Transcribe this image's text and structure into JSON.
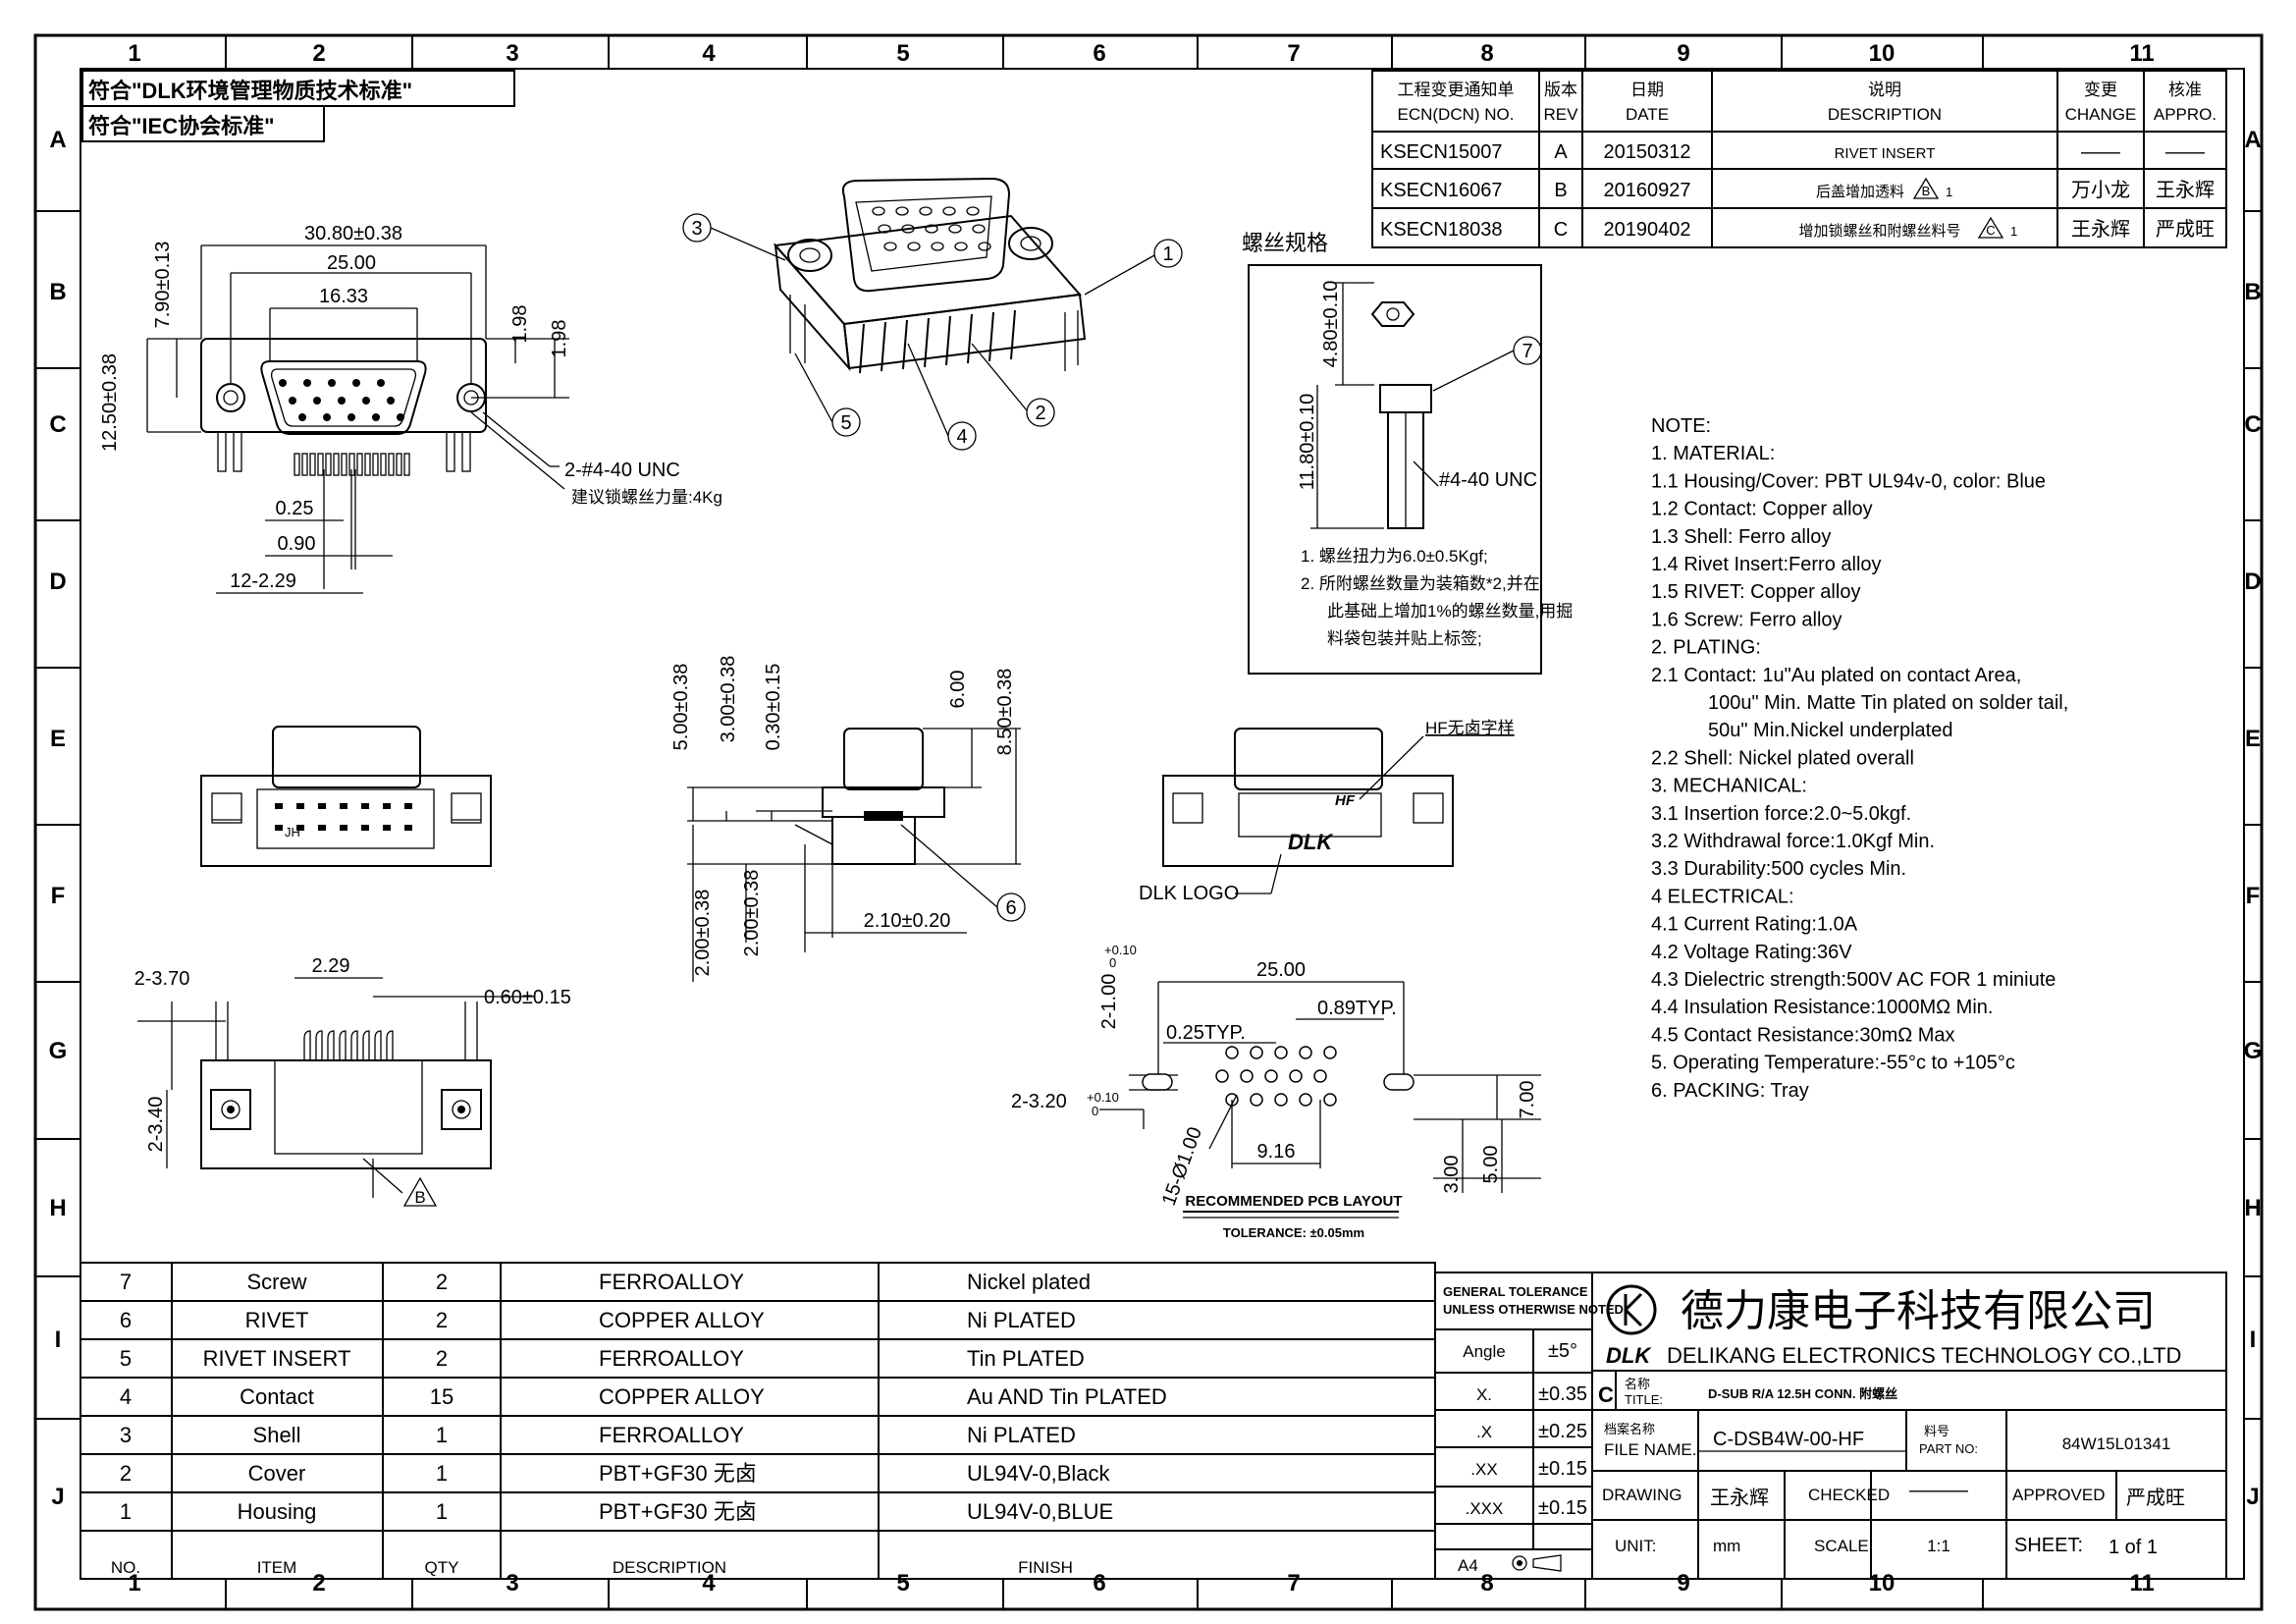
{
  "zones": {
    "columns": [
      "1",
      "2",
      "3",
      "4",
      "5",
      "6",
      "7",
      "8",
      "9",
      "10",
      "11"
    ],
    "rows": [
      "A",
      "B",
      "C",
      "D",
      "E",
      "F",
      "G",
      "H",
      "I",
      "J"
    ]
  },
  "compliance": [
    "符合\"DLK环境管理物质技术标准\"",
    "符合\"IEC协会标准\""
  ],
  "revision_table": {
    "headers": {
      "ecn": [
        "工程变更通知单",
        "ECN(DCN) NO."
      ],
      "rev": [
        "版本",
        "REV"
      ],
      "date": [
        "日期",
        "DATE"
      ],
      "desc": [
        "说明",
        "DESCRIPTION"
      ],
      "change": [
        "变更",
        "CHANGE"
      ],
      "appro": [
        "核准",
        "APPRO."
      ]
    },
    "rows": [
      {
        "ecn": "KSECN15007",
        "rev": "A",
        "date": "20150312",
        "desc": "RIVET INSERT",
        "change": "——",
        "appro": "——"
      },
      {
        "ecn": "KSECN16067",
        "rev": "B",
        "date": "20160927",
        "desc": "后盖增加透料",
        "mark": "1",
        "change": "万小龙",
        "appro": "王永辉"
      },
      {
        "ecn": "KSECN18038",
        "rev": "C",
        "date": "20190402",
        "desc": "增加锁螺丝和附螺丝料号",
        "mark": "1",
        "change": "王永辉",
        "appro": "严成旺"
      }
    ]
  },
  "screw_spec": {
    "title": "螺丝规格",
    "dim_a": "4.80±0.10",
    "dim_b": "11.80±0.10",
    "thread": "#4-40  UNC",
    "balloon": "7",
    "notes": [
      "1.  螺丝扭力为6.0±0.5Kgf;",
      "2.  所附螺丝数量为装箱数*2,并在",
      "此基础上增加1%的螺丝数量,用掘",
      "料袋包装并贴上标签;"
    ]
  },
  "front_view": {
    "dims": [
      "30.80±0.38",
      "25.00",
      "16.33",
      "7.90±0.13",
      "12.50±0.38",
      "1.98",
      "1.98",
      "0.25",
      "0.90",
      "12-2.29"
    ],
    "callout": "2-#4-40  UNC",
    "callout_note": "建议锁螺丝力量:4Kg"
  },
  "iso_view": {
    "balloons": [
      "1",
      "2",
      "3",
      "4",
      "5"
    ]
  },
  "side_view": {
    "dims": [
      "5.00±0.38",
      "3.00±0.38",
      "0.30±0.15",
      "6.00",
      "8.50±0.38",
      "2.00±0.38",
      "2.00±0.38",
      "2.10±0.20"
    ],
    "balloon": "6"
  },
  "rear_view": {
    "hf_label": "HF无卤字样",
    "hf_mark": "HF",
    "logo_text": "DLK",
    "logo_label": "DLK LOGO"
  },
  "bottom_view": {
    "dims": [
      "2-3.70",
      "2.29",
      "0.60±0.15",
      "2-3.40"
    ],
    "mark": "B",
    "front_text": "JH"
  },
  "pcb_layout": {
    "dims": [
      "25.00",
      "2-1.00",
      "+0.10",
      "0",
      "0.25TYP.",
      "0.89TYP.",
      "2-3.20",
      "+0.10",
      "0",
      "15-Ø1.00",
      "9.16",
      "7.00",
      "3.00",
      "5.00"
    ],
    "title": "RECOMMENDED PCB LAYOUT",
    "tolerance": "TOLERANCE: ±0.05mm"
  },
  "notes": [
    "NOTE:",
    "1.  MATERIAL:",
    "1.1  Housing/Cover:  PBT  UL94v-0,  color:  Blue",
    "1.2  Contact:  Copper  alloy",
    "1.3  Shell:  Ferro  alloy",
    "1.4  Rivet  Insert:Ferro  alloy",
    "1.5  RIVET:  Copper  alloy",
    "1.6  Screw:  Ferro  alloy",
    "2.  PLATING:",
    "2.1  Contact:  1u\"Au  plated  on  contact  Area,",
    "100u\"  Min.  Matte  Tin  plated  on  solder  tail,",
    "50u\"  Min.Nickel  underplated",
    "2.2  Shell:  Nickel  plated  overall",
    "3.    MECHANICAL:",
    "3.1  Insertion  force:2.0~5.0kgf.",
    "3.2  Withdrawal  force:1.0Kgf  Min.",
    "3.3  Durability:500  cycles  Min.",
    "4    ELECTRICAL:",
    "4.1  Current  Rating:1.0A",
    "4.2  Voltage  Rating:36V",
    "4.3  Dielectric  strength:500V  AC  FOR  1  miniute",
    "4.4  Insulation  Resistance:1000MΩ  Min.",
    "4.5  Contact  Resistance:30mΩ Max",
    "5.  Operating  Temperature:-55°c  to  +105°c",
    "6.  PACKING:  Tray"
  ],
  "bom": {
    "rows": [
      {
        "no": "7",
        "item": "Screw",
        "qty": "2",
        "desc": "FERROALLOY",
        "finish": "Nickel  plated"
      },
      {
        "no": "6",
        "item": "RIVET",
        "qty": "2",
        "desc": "COPPER  ALLOY",
        "finish": "Ni  PLATED"
      },
      {
        "no": "5",
        "item": "RIVET  INSERT",
        "qty": "2",
        "desc": "FERROALLOY",
        "finish": "Tin  PLATED"
      },
      {
        "no": "4",
        "item": "Contact",
        "qty": "15",
        "desc": "COPPER  ALLOY",
        "finish": "Au  AND  Tin  PLATED"
      },
      {
        "no": "3",
        "item": "Shell",
        "qty": "1",
        "desc": "FERROALLOY",
        "finish": "Ni  PLATED"
      },
      {
        "no": "2",
        "item": "Cover",
        "qty": "1",
        "desc": "PBT+GF30  无卤",
        "finish": "UL94V-0,Black"
      },
      {
        "no": "1",
        "item": "Housing",
        "qty": "1",
        "desc": "PBT+GF30  无卤",
        "finish": "UL94V-0,BLUE"
      }
    ],
    "headers": {
      "no": "NO.",
      "item": "ITEM",
      "qty": "QTY",
      "desc": "DESCRIPTION",
      "finish": "FINISH"
    }
  },
  "tolerance": {
    "title1": "GENERAL TOLERANCE",
    "title2": "UNLESS OTHERWISE NOTED",
    "rows": [
      {
        "k": "Angle",
        "v": "±5°"
      },
      {
        "k": "X.",
        "v": "±0.35"
      },
      {
        "k": ".X",
        "v": "±0.25"
      },
      {
        "k": ".XX",
        "v": "±0.15"
      },
      {
        "k": ".XXX",
        "v": "±0.15"
      }
    ],
    "paper": "A4"
  },
  "title_block": {
    "company_cn": "德力康电子科技有限公司",
    "logo": "DLK",
    "company_en": "DELIKANG  ELECTRONICS  TECHNOLOGY  CO.,LTD",
    "rev": "C",
    "title_label_cn": "名称",
    "title_label_en": "TITLE:",
    "title": "D-SUB  R/A  12.5H  CONN.  附螺丝",
    "file_label_cn": "档案名称",
    "file_label_en": "FILE  NAME.",
    "file_name": "C-DSB4W-00-HF",
    "part_label_cn": "料号",
    "part_label_en": "PART  NO:",
    "part_no": "84W15L01341",
    "drawing_label": "DRAWING",
    "drawing": "王永辉",
    "checked_label": "CHECKED",
    "checked": "———",
    "approved_label": "APPROVED",
    "approved": "严成旺",
    "unit_label": "UNIT:",
    "unit": "mm",
    "scale_label": "SCALE",
    "scale": "1:1",
    "sheet_label": "SHEET:",
    "sheet": "1  of  1"
  }
}
